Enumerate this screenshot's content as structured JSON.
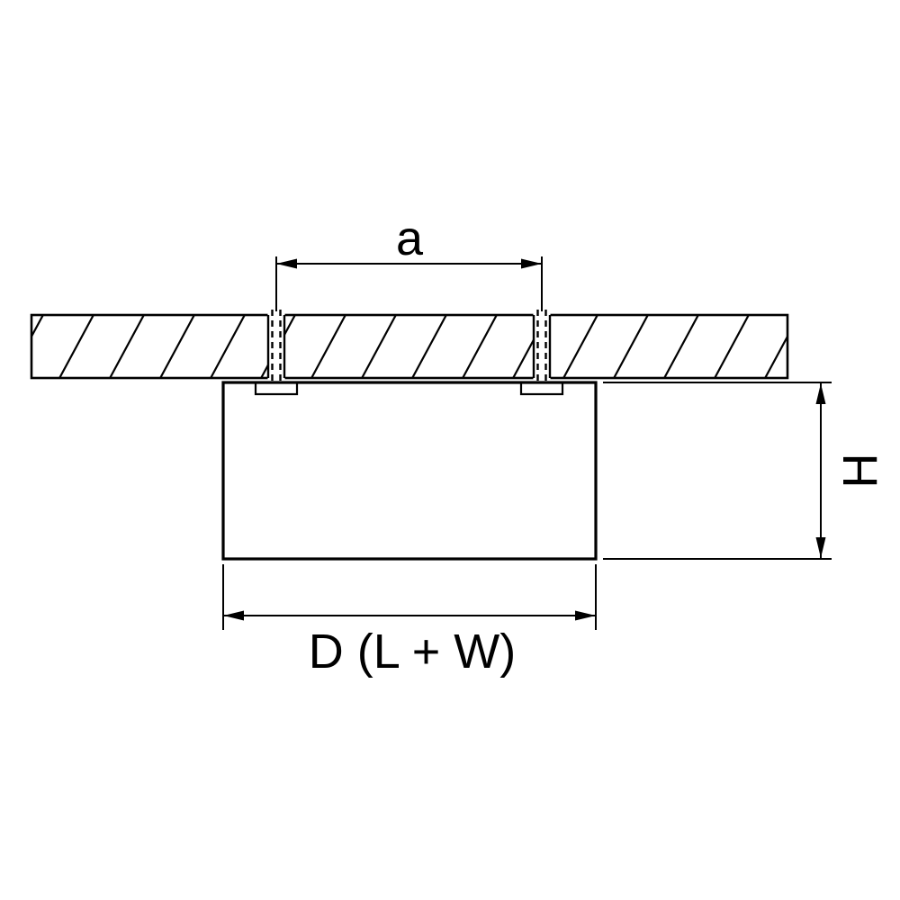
{
  "diagram": {
    "labels": {
      "hole_spacing": "a",
      "height": "H",
      "width": "D (L + W)"
    },
    "colors": {
      "line": "#000000",
      "background": "#ffffff"
    }
  }
}
